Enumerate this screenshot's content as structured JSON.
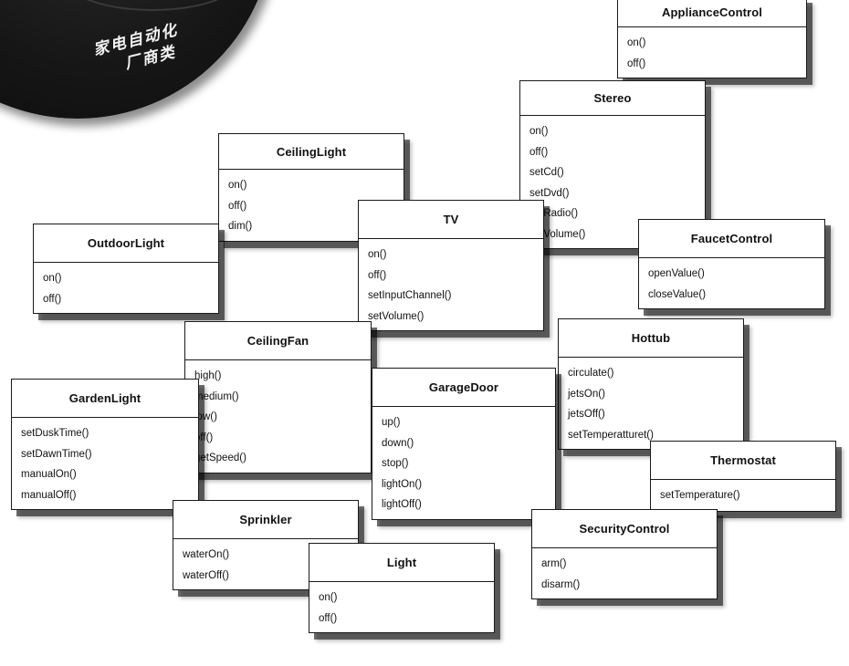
{
  "disc": {
    "caption_line1": "家电自动化",
    "caption_line2": "厂商类"
  },
  "classes": [
    {
      "id": "appliance-control",
      "name": "ApplianceControl",
      "methods": [
        "on()",
        "off()"
      ]
    },
    {
      "id": "stereo",
      "name": "Stereo",
      "methods": [
        "on()",
        "off()",
        "setCd()",
        "setDvd()",
        "setRadio()",
        "setVolume()"
      ]
    },
    {
      "id": "ceiling-light",
      "name": "CeilingLight",
      "methods": [
        "on()",
        "off()",
        "dim()"
      ]
    },
    {
      "id": "tv",
      "name": "TV",
      "methods": [
        "on()",
        "off()",
        "setInputChannel()",
        "setVolume()"
      ]
    },
    {
      "id": "outdoor-light",
      "name": "OutdoorLight",
      "methods": [
        "on()",
        "off()"
      ]
    },
    {
      "id": "faucet-control",
      "name": "FaucetControl",
      "methods": [
        "openValue()",
        "closeValue()"
      ]
    },
    {
      "id": "ceiling-fan",
      "name": "CeilingFan",
      "methods": [
        "high()",
        "medium()",
        "low()",
        "off()",
        "getSpeed()"
      ]
    },
    {
      "id": "hottub",
      "name": "Hottub",
      "methods": [
        "circulate()",
        "jetsOn()",
        "jetsOff()",
        "setTemperatturet()"
      ]
    },
    {
      "id": "garden-light",
      "name": "GardenLight",
      "methods": [
        "setDuskTime()",
        "setDawnTime()",
        "manualOn()",
        "manualOff()"
      ]
    },
    {
      "id": "garage-door",
      "name": "GarageDoor",
      "methods": [
        "up()",
        "down()",
        "stop()",
        "lightOn()",
        "lightOff()"
      ]
    },
    {
      "id": "thermostat",
      "name": "Thermostat",
      "methods": [
        "setTemperature()"
      ]
    },
    {
      "id": "sprinkler",
      "name": "Sprinkler",
      "methods": [
        "waterOn()",
        "waterOff()"
      ]
    },
    {
      "id": "security-control",
      "name": "SecurityControl",
      "methods": [
        "arm()",
        "disarm()"
      ]
    },
    {
      "id": "light",
      "name": "Light",
      "methods": [
        "on()",
        "off()"
      ]
    }
  ]
}
